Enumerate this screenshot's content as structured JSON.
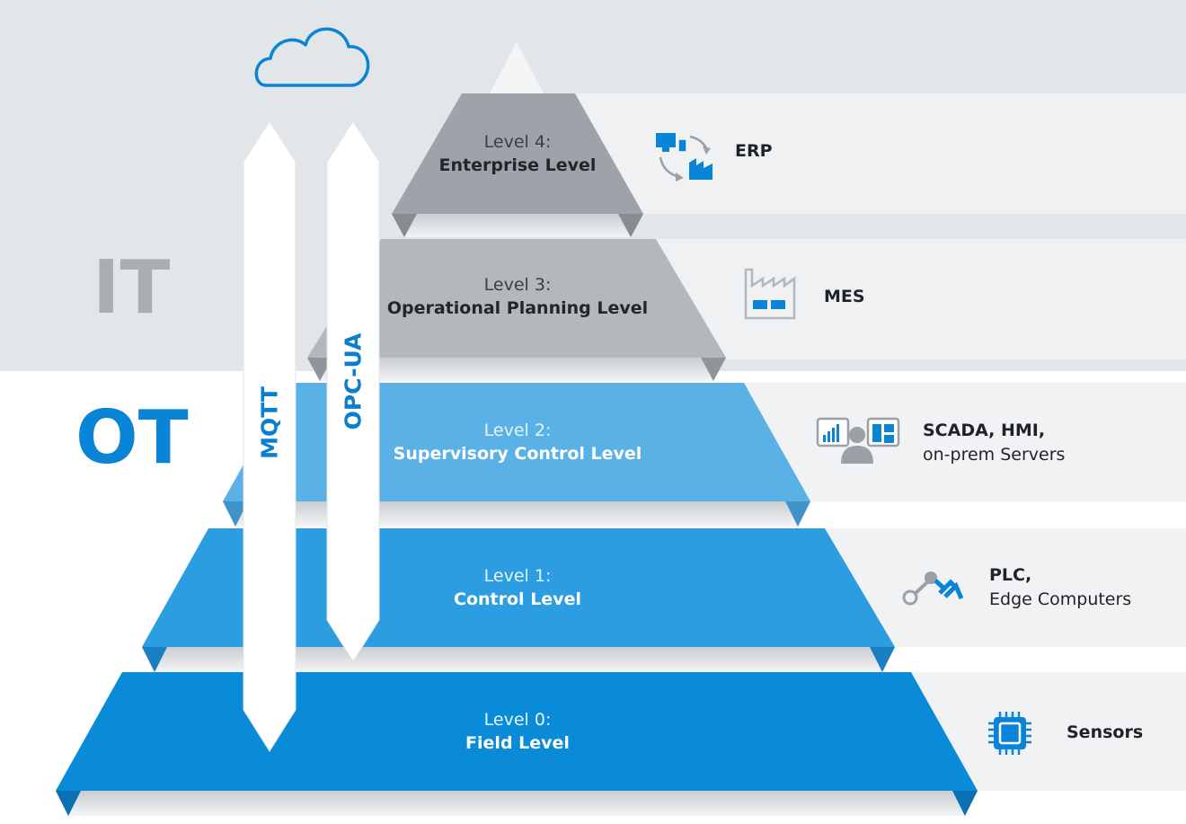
{
  "zones": {
    "it_label": "IT",
    "ot_label": "OT"
  },
  "protocols": {
    "mqtt": "MQTT",
    "opcua": "OPC-UA"
  },
  "levels": [
    {
      "number": "Level 4:",
      "name": "Enterprise Level",
      "system_primary": "ERP",
      "system_secondary": "",
      "icon": "erp-cycle-icon"
    },
    {
      "number": "Level 3:",
      "name": "Operational Planning Level",
      "system_primary": "MES",
      "system_secondary": "",
      "icon": "factory-icon"
    },
    {
      "number": "Level 2:",
      "name": "Supervisory Control Level",
      "system_primary": "SCADA, HMI,",
      "system_secondary": "on-prem Servers",
      "icon": "scada-monitor-icon"
    },
    {
      "number": "Level 1:",
      "name": "Control Level",
      "system_primary": "PLC,",
      "system_secondary": "Edge Computers",
      "icon": "robot-arm-icon"
    },
    {
      "number": "Level 0:",
      "name": "Field Level",
      "system_primary": "Sensors",
      "system_secondary": "",
      "icon": "chip-icon"
    }
  ],
  "colors": {
    "it_background": "#e3e6e9",
    "level4": "#9ea3a9",
    "level3": "#b3b8bd",
    "level2": "#5ab1e6",
    "level1": "#2b9de0",
    "level0": "#0a8bd8",
    "accent_blue": "#0a84d6",
    "it_text": "#a9aeb3"
  },
  "cloud_icon": "cloud-icon"
}
